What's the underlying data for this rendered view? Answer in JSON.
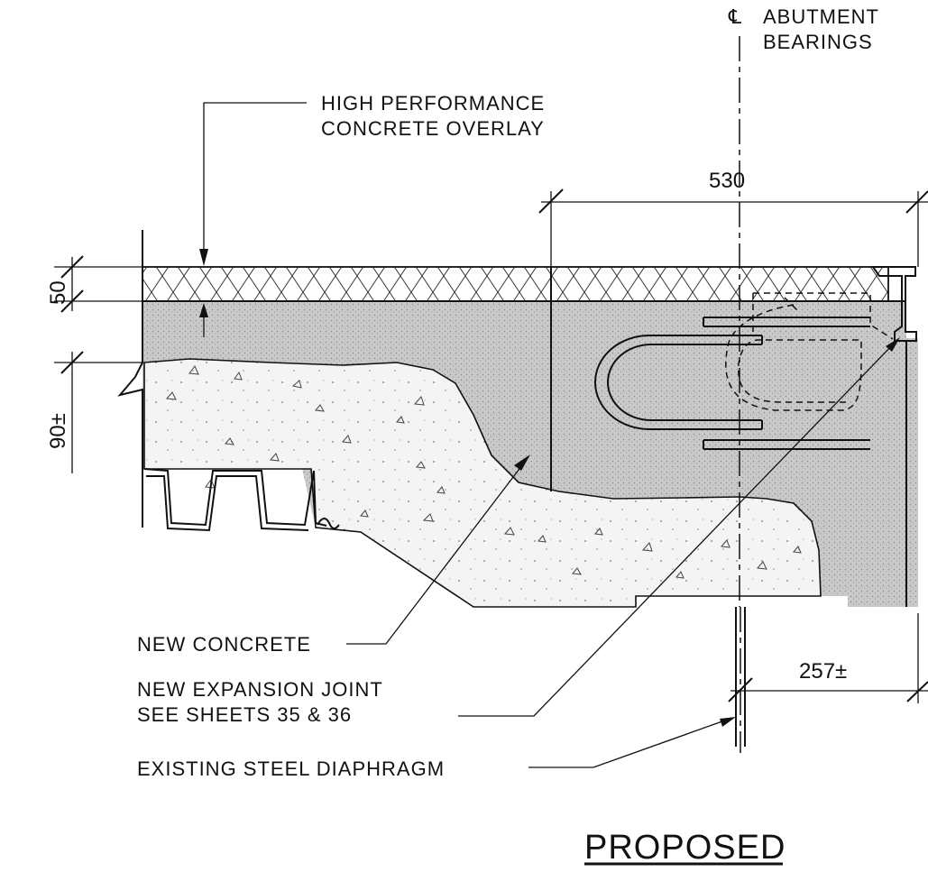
{
  "labels": {
    "centerline_symbol": "℄",
    "abutment_line1": "ABUTMENT",
    "abutment_line2": "BEARINGS",
    "overlay_line1": "HIGH  PERFORMANCE",
    "overlay_line2": "CONCRETE  OVERLAY",
    "new_concrete": "NEW  CONCRETE",
    "expansion_line1": "NEW  EXPANSION  JOINT",
    "expansion_line2": "SEE  SHEETS  35  &  36",
    "steel_diaphragm": "EXISTING  STEEL  DIAPHRAGM"
  },
  "dimensions": {
    "width_top": "530",
    "overlay_thickness": "50",
    "slab_depth": "90±",
    "offset_bottom": "257±"
  },
  "title": "PROPOSED",
  "colors": {
    "line": "#111111",
    "existing_concrete": "#c9c9c9",
    "new_concrete": "#f3f3f3",
    "overlay": "#ffffff"
  }
}
